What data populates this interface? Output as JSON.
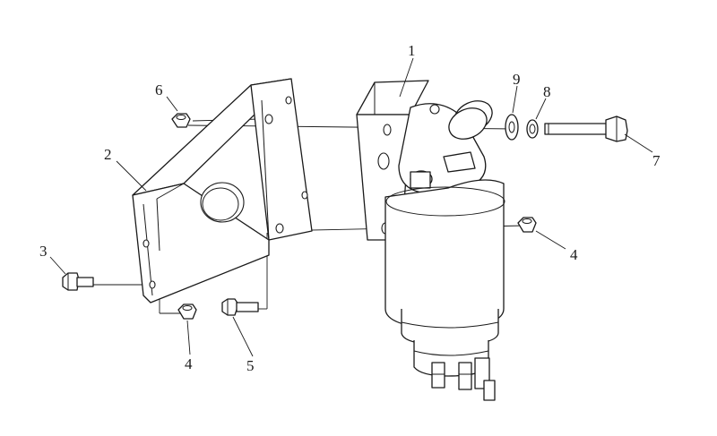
{
  "diagram": {
    "type": "exploded-parts-view",
    "callouts": [
      {
        "id": "c1",
        "label": "1"
      },
      {
        "id": "c2",
        "label": "2"
      },
      {
        "id": "c3",
        "label": "3"
      },
      {
        "id": "c4a",
        "label": "4"
      },
      {
        "id": "c4b",
        "label": "4"
      },
      {
        "id": "c5",
        "label": "5"
      },
      {
        "id": "c6",
        "label": "6"
      },
      {
        "id": "c7",
        "label": "7"
      },
      {
        "id": "c8",
        "label": "8"
      },
      {
        "id": "c9",
        "label": "9"
      }
    ]
  }
}
